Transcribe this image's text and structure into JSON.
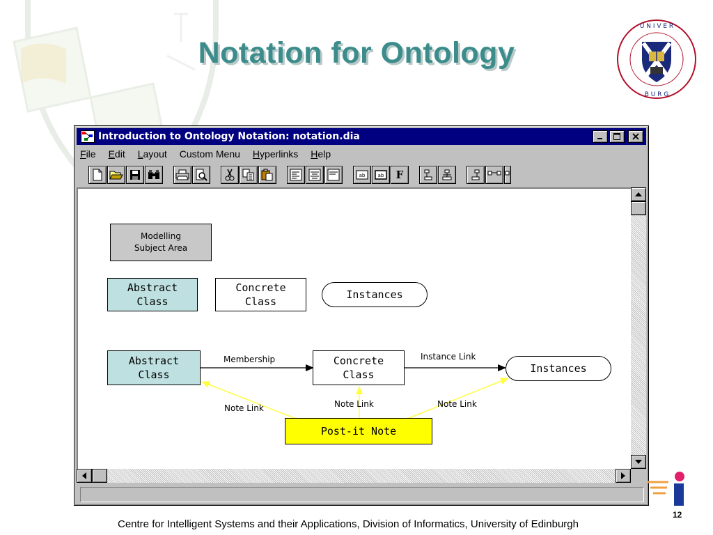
{
  "slide": {
    "title": "Notation for Ontology",
    "footer": "Centre for Intelligent Systems and their Applications, Division of Informatics, University of Edinburgh",
    "page_number": "12",
    "seal_text": "THE UNIVERSITY OF EDINBURGH"
  },
  "window": {
    "title": "Introduction to Ontology Notation: notation.dia",
    "menu": [
      {
        "pre": "",
        "ul": "F",
        "post": "ile"
      },
      {
        "pre": "",
        "ul": "E",
        "post": "dit"
      },
      {
        "pre": "",
        "ul": "L",
        "post": "ayout"
      },
      {
        "pre": "Custom Menu",
        "ul": "",
        "post": ""
      },
      {
        "pre": "",
        "ul": "H",
        "post": "yperlinks"
      },
      {
        "pre": "",
        "ul": "H",
        "post": "elp"
      }
    ],
    "toolbar_bold_label": "F"
  },
  "diagram": {
    "nodes": {
      "subject_area": "Modelling\nSubject Area",
      "abstract_1": "Abstract\nClass",
      "concrete_1": "Concrete\nClass",
      "instances_1": "Instances",
      "abstract_2": "Abstract\nClass",
      "concrete_2": "Concrete\nClass",
      "instances_2": "Instances",
      "note": "Post-it Note"
    },
    "edge_labels": {
      "membership": "Membership",
      "instance_link": "Instance Link",
      "note_link_left": "Note Link",
      "note_link_middle": "Note Link",
      "note_link_right": "Note Link"
    },
    "colors": {
      "abstract_fill": "#bfe0e0",
      "note_fill": "#ffff00",
      "note_link_line": "#ffff44",
      "subject_fill": "#c8c8c8"
    }
  },
  "colors": {
    "title_teal": "#3c8c8c",
    "titlebar_navy": "#000080",
    "window_gray": "#c0c0c0"
  }
}
